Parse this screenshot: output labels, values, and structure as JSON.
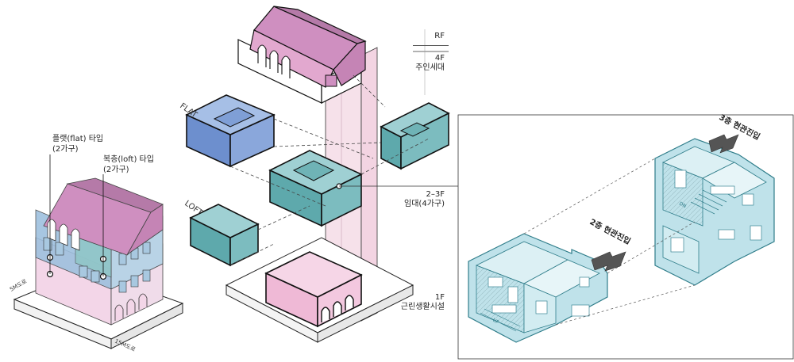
{
  "floors": {
    "rf": "RF",
    "f4": "4F",
    "f4_use": "주인세대",
    "f23": "2–3F",
    "f23_use": "임대(4가구)",
    "f1": "1F",
    "f1_use": "근린생활시설"
  },
  "unit_types": {
    "flat_label": "FLAT",
    "loft_label": "LOFT"
  },
  "massing": {
    "flat_type": "플랫(flat) 타입",
    "flat_count": "(2가구)",
    "loft_type": "복층(loft) 타입",
    "loft_count": "(2가구)",
    "road_a": "5M도로",
    "road_b": "15M도로"
  },
  "plans": {
    "entry_3f": "3층 현관진입",
    "entry_2f": "2층 현관진입",
    "dn": "DN",
    "up": "UP"
  },
  "colors": {
    "pink": "#cf8fc0",
    "pink_dark": "#b0709f",
    "blue": "#7f9fd6",
    "blue_dark": "#5d7fbd",
    "teal": "#8cc6cb",
    "teal_dark": "#4d9aa2",
    "light_pink": "#f3cfe3",
    "plan_teal": "#bfe2ea"
  }
}
